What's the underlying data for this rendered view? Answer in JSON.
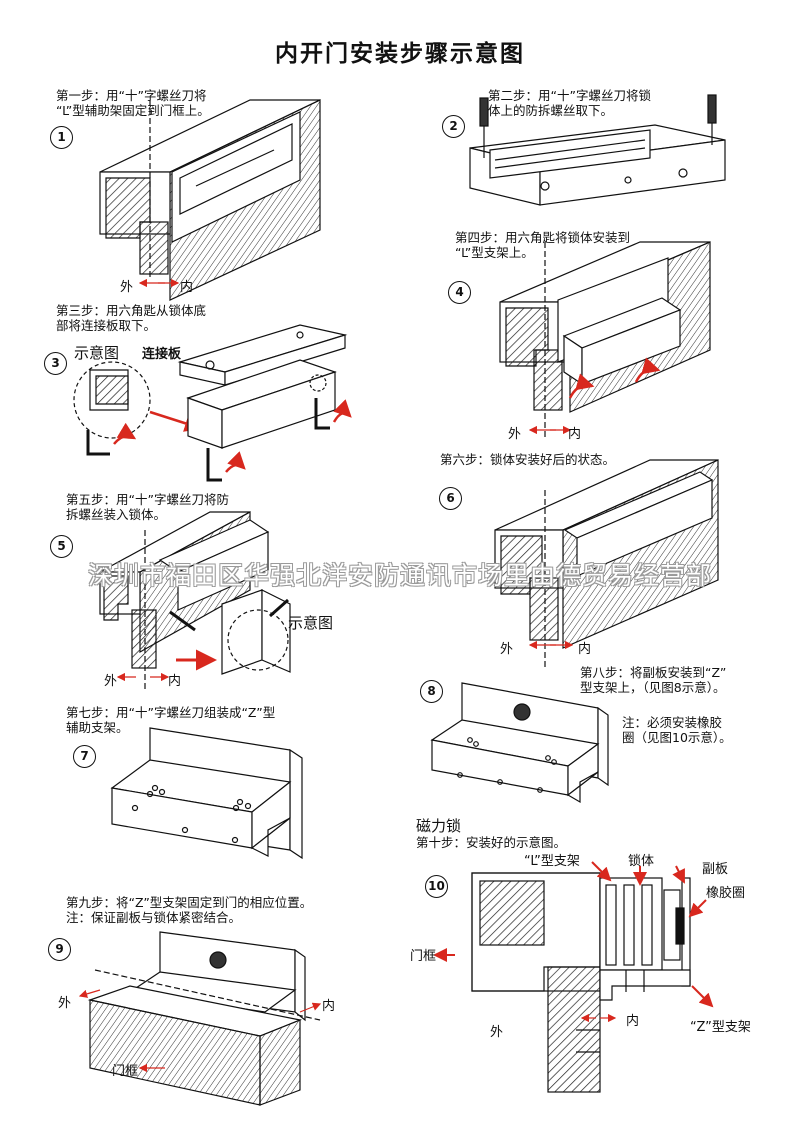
{
  "title": "内开门安装步骤示意图",
  "watermark": "深圳市福田区华强北洋安防通讯市场里由德贸易经营部",
  "steps": [
    {
      "badge": "1",
      "line1": "第一步：用“十”字螺丝刀将",
      "line2": "“L”型辅助架固定到门框上。",
      "outer": "外",
      "inner": "内"
    },
    {
      "badge": "2",
      "line1": "第二步：用“十”字螺丝刀将锁",
      "line2": "体上的防拆螺丝取下。"
    },
    {
      "badge": "3",
      "line1": "第三步：用六角匙从锁体底",
      "line2": "部将连接板取下。",
      "caption": "示意图",
      "part": "连接板"
    },
    {
      "badge": "4",
      "line1": "第四步：用六角匙将锁体安装到",
      "line2": "“L”型支架上。",
      "outer": "外",
      "inner": "内"
    },
    {
      "badge": "5",
      "line1": "第五步：用“十”字螺丝刀将防",
      "line2": "拆螺丝装入锁体。",
      "caption": "示意图",
      "outer": "外",
      "inner": "内"
    },
    {
      "badge": "6",
      "line1": "第六步：锁体安装好后的状态。",
      "outer": "外",
      "inner": "内"
    },
    {
      "badge": "7",
      "line1": "第七步：用“十”字螺丝刀组装成“Z”型",
      "line2": "辅助支架。"
    },
    {
      "badge": "8",
      "line1": "第八步：将副板安装到“Z”",
      "line2": "型支架上，（见图8示意）。",
      "note1": "注：必须安装橡胶",
      "note2": "圈（见图10示意）。"
    },
    {
      "badge": "9",
      "line1": "第九步：将“Z”型支架固定到门的相应位置。",
      "line2": "注：保证副板与锁体紧密结合。",
      "outer": "外",
      "inner": "内",
      "frame": "门框"
    },
    {
      "badge": "10",
      "heading": "磁力锁",
      "line1": "第十步：安装好的示意图。",
      "l_bracket": "“L”型支架",
      "lock_body": "锁体",
      "sub_plate": "副板",
      "rubber_ring": "橡胶圈",
      "frame": "门框",
      "outer": "外",
      "inner": "内",
      "z_bracket": "“Z”型支架"
    }
  ],
  "colors": {
    "arrow": "#d8281e",
    "hatch": "#222222",
    "line": "#111111"
  }
}
